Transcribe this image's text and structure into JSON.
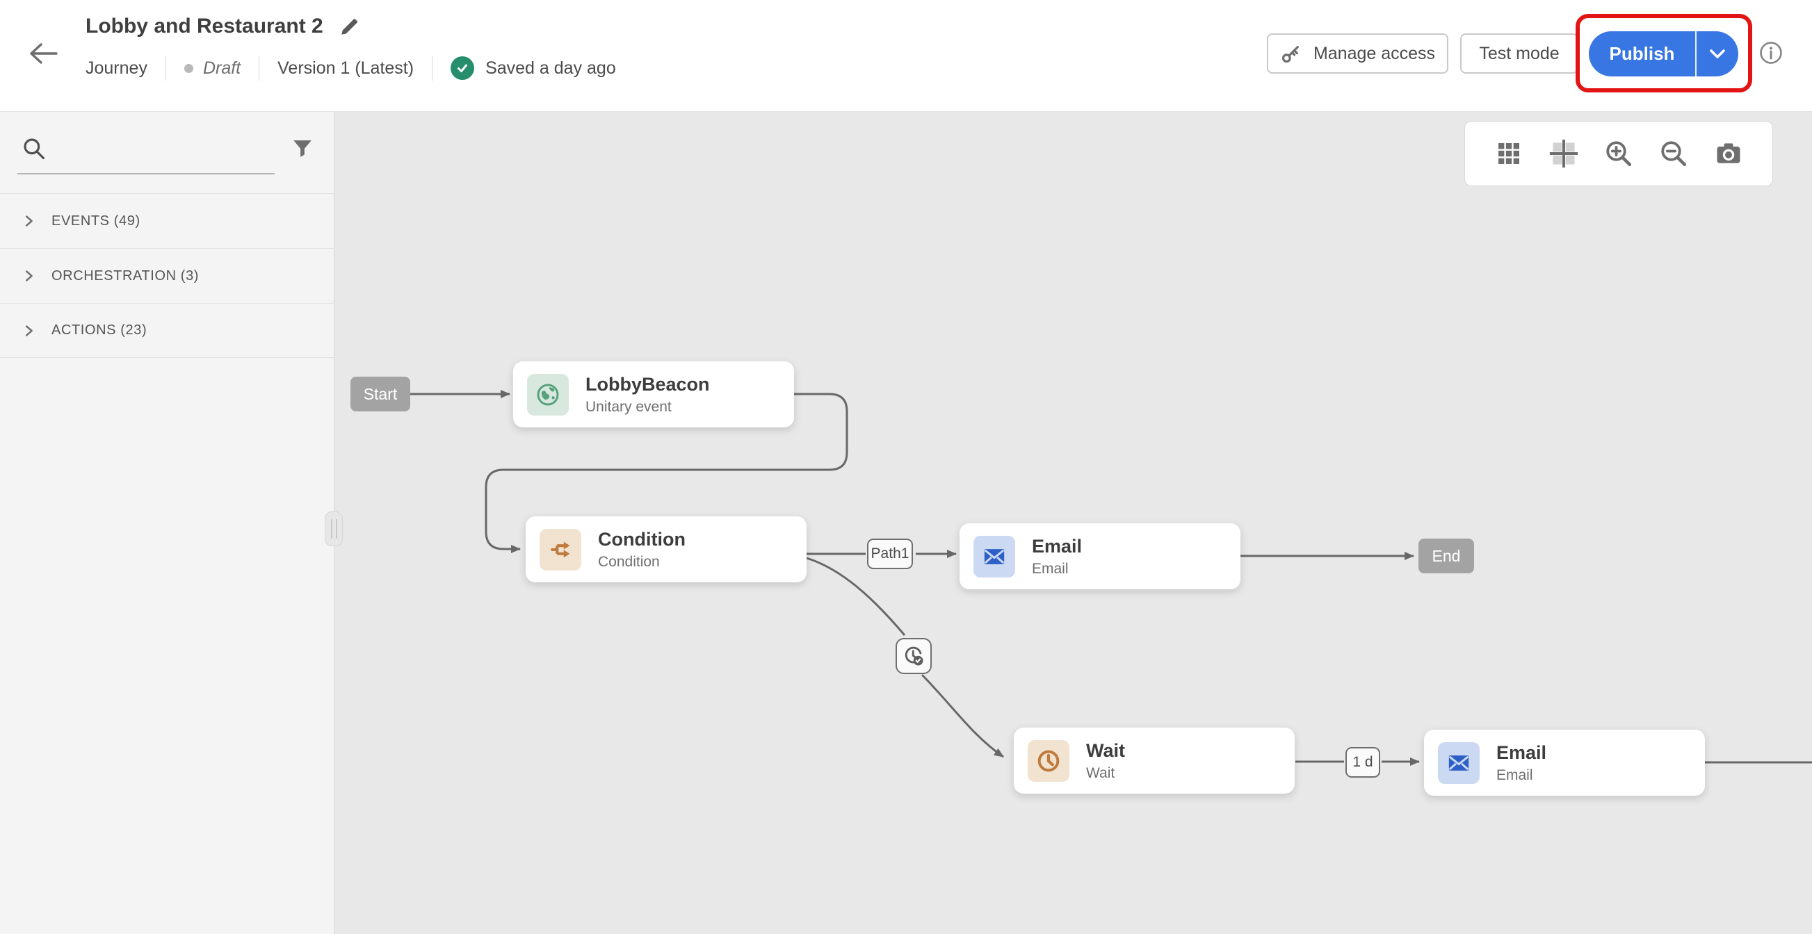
{
  "header": {
    "title": "Lobby and Restaurant 2",
    "object_type": "Journey",
    "status": "Draft",
    "version": "Version 1 (Latest)",
    "save_status": "Saved a day ago",
    "manage_access_label": "Manage access",
    "test_mode_label": "Test mode",
    "publish_label": "Publish"
  },
  "sidebar": {
    "search_placeholder": "",
    "sections": [
      {
        "label": "EVENTS (49)"
      },
      {
        "label": "ORCHESTRATION (3)"
      },
      {
        "label": "ACTIONS (23)"
      }
    ]
  },
  "canvas": {
    "start_label": "Start",
    "end_label": "End",
    "path_label": "Path1",
    "wait_delay_label": "1 d",
    "nodes": {
      "lobby_beacon": {
        "title": "LobbyBeacon",
        "subtitle": "Unitary event"
      },
      "condition": {
        "title": "Condition",
        "subtitle": "Condition"
      },
      "email1": {
        "title": "Email",
        "subtitle": "Email"
      },
      "wait": {
        "title": "Wait",
        "subtitle": "Wait"
      },
      "email2": {
        "title": "Email",
        "subtitle": "Email"
      }
    },
    "toolbar_icons": [
      "grid-icon",
      "fit-view-icon",
      "zoom-in-icon",
      "zoom-out-icon",
      "snapshot-icon"
    ]
  },
  "colors": {
    "publish_blue": "#3876e4",
    "annotation_red": "#e21414",
    "saved_green": "#268e6c",
    "event_green": "#57a27d",
    "orchestration_orange": "#bf7b3d",
    "action_blue": "#2d5fc8",
    "wire_gray": "#686868"
  }
}
